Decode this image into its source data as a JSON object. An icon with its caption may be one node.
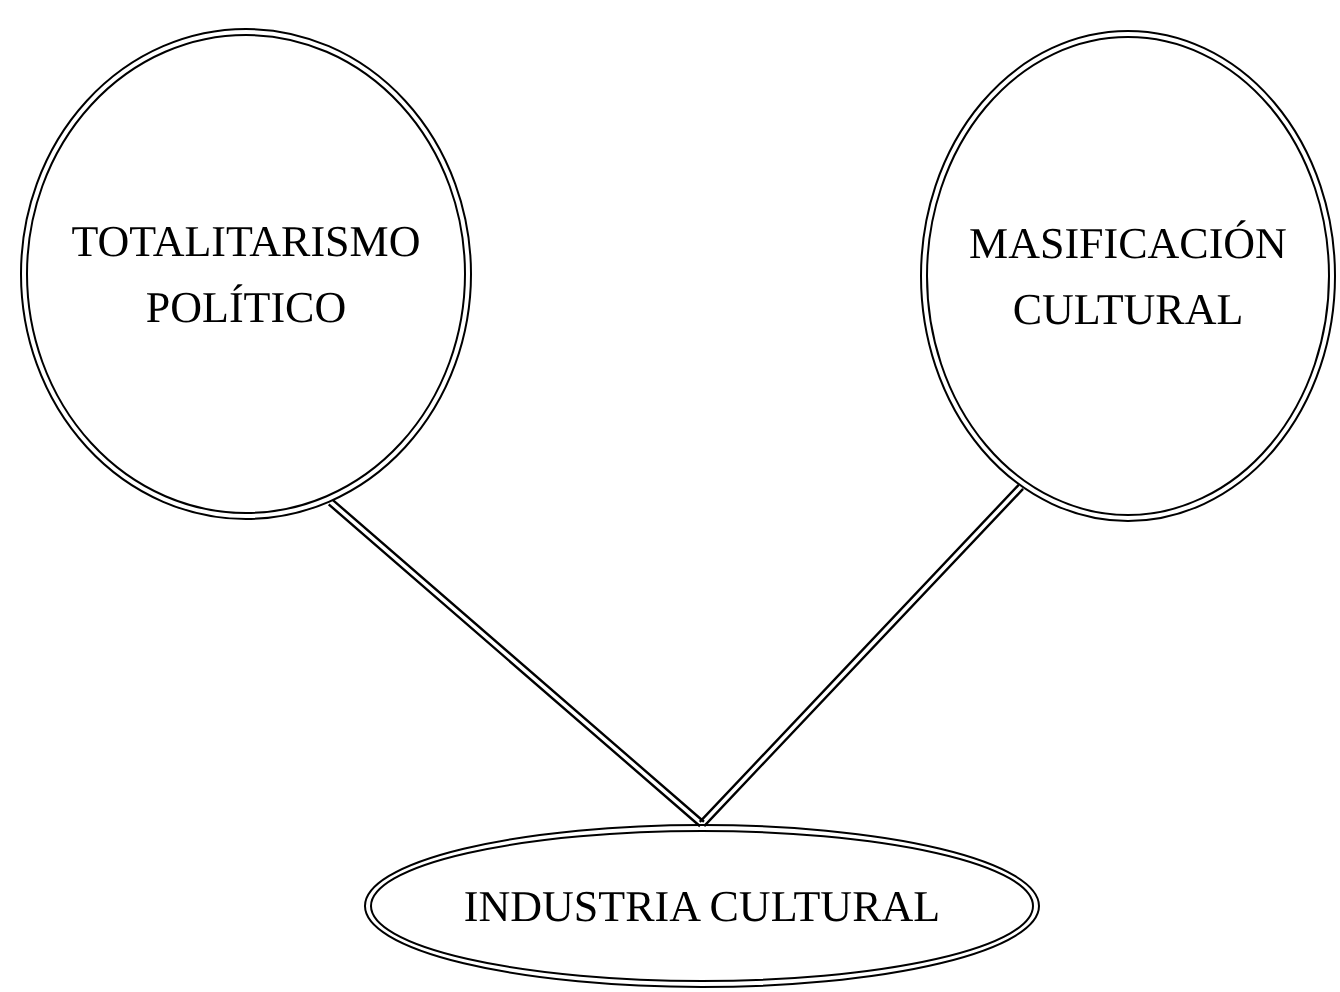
{
  "diagram": {
    "nodes": [
      {
        "text": [
          "TOTALITARISMO POLÍTICO"
        ]
      },
      {
        "text": [
          "MASIFICACIÓN CULTURAL"
        ]
      },
      {
        "text": [
          "INDUSTRIA CULTURAL"
        ]
      }
    ],
    "edges": [
      {
        "from": 0,
        "to": 2,
        "arrow": "none"
      },
      {
        "from": 1,
        "to": 2,
        "arrow": "none"
      }
    ]
  }
}
